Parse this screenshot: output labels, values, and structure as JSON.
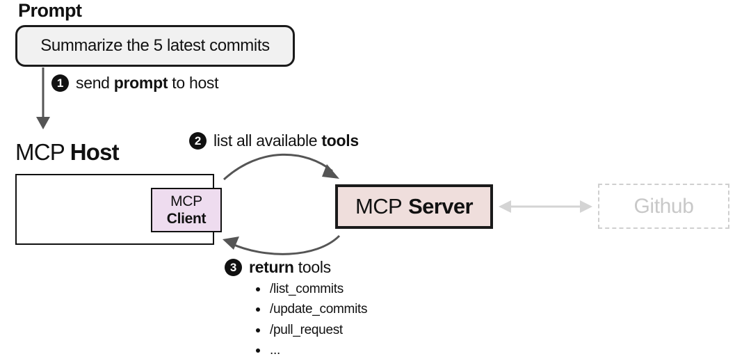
{
  "prompt": {
    "heading": "Prompt",
    "text": "Summarize the 5 latest commits"
  },
  "steps": [
    {
      "number": "1",
      "pre": "send ",
      "bold": "prompt",
      "post": " to host"
    },
    {
      "number": "2",
      "pre": "list all available ",
      "bold": "tools",
      "post": ""
    },
    {
      "number": "3",
      "pre": "",
      "bold": "return",
      "post": " tools"
    }
  ],
  "host": {
    "prefix": "MCP ",
    "bold": "Host"
  },
  "client": {
    "line1": "MCP",
    "line2": "Client"
  },
  "server": {
    "prefix": "MCP",
    "bold": "Server"
  },
  "external": {
    "label": "Github"
  },
  "tools": [
    "/list_commits",
    "/update_commits",
    "/pull_request",
    "..."
  ],
  "colors": {
    "client_fill": "#eedcef",
    "server_fill": "#efdedc",
    "prompt_fill": "#f1f1f1",
    "faded": "#c8c8c8",
    "arrow": "#555555"
  }
}
